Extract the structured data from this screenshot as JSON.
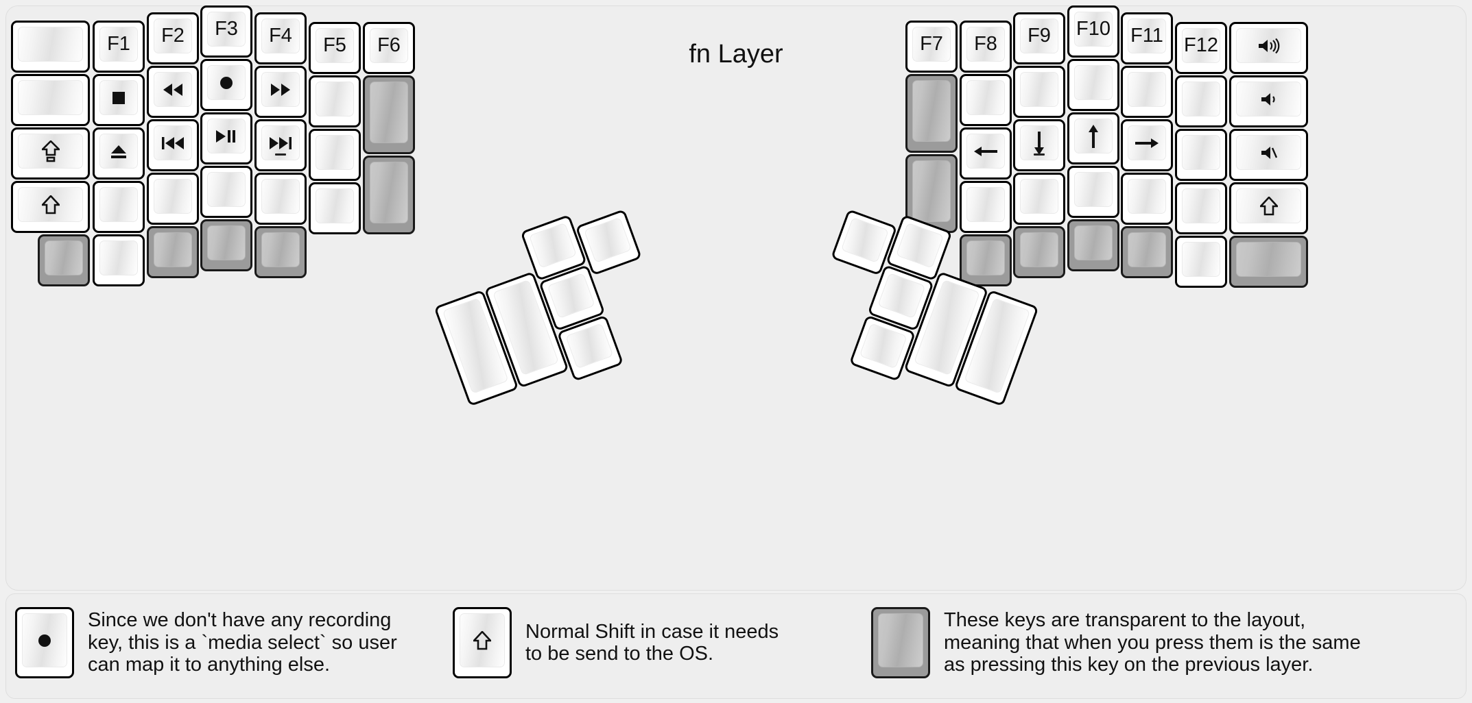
{
  "title": "fn Layer",
  "colors": {
    "background": "#f0f0f0",
    "panel": "#eeeeee",
    "key_fill": "#ffffff",
    "key_border": "#000000",
    "transparent_key_fill": "#9b9b9b"
  },
  "left_half": {
    "columns": [
      {
        "name": "pinky-outer",
        "unit_width": 1.5,
        "keys": [
          {
            "label": "",
            "icon": "",
            "transparent": false
          },
          {
            "label": "",
            "icon": "",
            "transparent": false
          },
          {
            "label": "",
            "icon": "caps-lock-icon",
            "transparent": false
          },
          {
            "label": "",
            "icon": "shift-icon",
            "transparent": false
          }
        ]
      },
      {
        "name": "pinky",
        "unit_width": 1,
        "keys": [
          {
            "label": "F1",
            "icon": "",
            "transparent": false
          },
          {
            "label": "",
            "icon": "media-stop-icon",
            "transparent": false
          },
          {
            "label": "",
            "icon": "media-eject-icon",
            "transparent": false
          },
          {
            "label": "",
            "icon": "",
            "transparent": false
          },
          {
            "label": "",
            "icon": "",
            "transparent": false
          }
        ]
      },
      {
        "name": "ring",
        "unit_width": 1,
        "keys": [
          {
            "label": "F2",
            "icon": "",
            "transparent": false
          },
          {
            "label": "",
            "icon": "media-rewind-icon",
            "transparent": false
          },
          {
            "label": "",
            "icon": "media-previous-icon",
            "transparent": false
          },
          {
            "label": "",
            "icon": "",
            "transparent": false
          },
          {
            "label": "",
            "icon": "",
            "transparent": true
          }
        ]
      },
      {
        "name": "middle",
        "unit_width": 1,
        "keys": [
          {
            "label": "F3",
            "icon": "",
            "transparent": false
          },
          {
            "label": "",
            "icon": "media-record-icon",
            "transparent": false
          },
          {
            "label": "",
            "icon": "media-play-pause-icon",
            "transparent": false
          },
          {
            "label": "",
            "icon": "",
            "transparent": false
          },
          {
            "label": "",
            "icon": "",
            "transparent": true
          }
        ]
      },
      {
        "name": "index",
        "unit_width": 1,
        "keys": [
          {
            "label": "F4",
            "icon": "",
            "transparent": false
          },
          {
            "label": "",
            "icon": "media-fast-forward-icon",
            "transparent": false
          },
          {
            "label": "",
            "icon": "media-next-icon",
            "transparent": false,
            "has_underscore": true
          },
          {
            "label": "",
            "icon": "",
            "transparent": false
          },
          {
            "label": "",
            "icon": "",
            "transparent": true
          }
        ]
      },
      {
        "name": "index-inner",
        "unit_width": 1,
        "keys": [
          {
            "label": "F5",
            "icon": "",
            "transparent": false
          },
          {
            "label": "",
            "icon": "",
            "transparent": false
          },
          {
            "label": "",
            "icon": "",
            "transparent": false
          },
          {
            "label": "",
            "icon": "",
            "transparent": false
          }
        ]
      },
      {
        "name": "inner-extra",
        "unit_width": 1,
        "keys": [
          {
            "label": "F6",
            "icon": "",
            "transparent": false
          },
          {
            "label": "",
            "icon": "",
            "transparent": true,
            "unit_height": 1.5
          },
          {
            "label": "",
            "icon": "",
            "transparent": true,
            "unit_height": 1.5
          }
        ]
      }
    ],
    "thumb_cluster": {
      "rotation_deg": -20,
      "keys": [
        {
          "label": "",
          "icon": "",
          "transparent": false,
          "shape": "2u-tall"
        },
        {
          "label": "",
          "icon": "",
          "transparent": false,
          "shape": "2u-tall"
        },
        {
          "label": "",
          "icon": "",
          "transparent": false,
          "shape": "1u"
        },
        {
          "label": "",
          "icon": "",
          "transparent": false,
          "shape": "1u"
        },
        {
          "label": "",
          "icon": "",
          "transparent": false,
          "shape": "1u"
        },
        {
          "label": "",
          "icon": "",
          "transparent": false,
          "shape": "1u"
        }
      ]
    }
  },
  "right_half": {
    "columns": [
      {
        "name": "index-inner",
        "unit_width": 1,
        "keys": [
          {
            "label": "F7",
            "icon": "",
            "transparent": false
          },
          {
            "label": "",
            "icon": "",
            "transparent": true,
            "unit_height": 1.5
          },
          {
            "label": "",
            "icon": "",
            "transparent": true,
            "unit_height": 1.5
          }
        ]
      },
      {
        "name": "index",
        "unit_width": 1,
        "keys": [
          {
            "label": "F8",
            "icon": "",
            "transparent": false
          },
          {
            "label": "",
            "icon": "",
            "transparent": false
          },
          {
            "label": "",
            "icon": "arrow-left-icon",
            "transparent": false
          },
          {
            "label": "",
            "icon": "",
            "transparent": false
          },
          {
            "label": "",
            "icon": "",
            "transparent": true
          }
        ]
      },
      {
        "name": "middle",
        "unit_width": 1,
        "keys": [
          {
            "label": "F9",
            "icon": "",
            "transparent": false
          },
          {
            "label": "",
            "icon": "",
            "transparent": false
          },
          {
            "label": "",
            "icon": "arrow-down-icon",
            "transparent": false,
            "has_underscore": true
          },
          {
            "label": "",
            "icon": "",
            "transparent": false
          },
          {
            "label": "",
            "icon": "",
            "transparent": true
          }
        ]
      },
      {
        "name": "ring",
        "unit_width": 1,
        "keys": [
          {
            "label": "F10",
            "icon": "",
            "transparent": false
          },
          {
            "label": "",
            "icon": "",
            "transparent": false
          },
          {
            "label": "",
            "icon": "arrow-up-icon",
            "transparent": false
          },
          {
            "label": "",
            "icon": "",
            "transparent": false
          },
          {
            "label": "",
            "icon": "",
            "transparent": true
          }
        ]
      },
      {
        "name": "pinky",
        "unit_width": 1,
        "keys": [
          {
            "label": "F11",
            "icon": "",
            "transparent": false
          },
          {
            "label": "",
            "icon": "",
            "transparent": false
          },
          {
            "label": "",
            "icon": "arrow-right-icon",
            "transparent": false
          },
          {
            "label": "",
            "icon": "",
            "transparent": false
          },
          {
            "label": "",
            "icon": "",
            "transparent": true
          }
        ]
      },
      {
        "name": "pinky-outer",
        "unit_width": 1,
        "keys": [
          {
            "label": "F12",
            "icon": "",
            "transparent": false
          },
          {
            "label": "",
            "icon": "",
            "transparent": false
          },
          {
            "label": "",
            "icon": "",
            "transparent": false
          },
          {
            "label": "",
            "icon": "",
            "transparent": false
          },
          {
            "label": "",
            "icon": "",
            "transparent": false
          }
        ]
      },
      {
        "name": "outer-extra",
        "unit_width": 1.5,
        "keys": [
          {
            "label": "",
            "icon": "volume-up-icon",
            "transparent": false
          },
          {
            "label": "",
            "icon": "volume-down-icon",
            "transparent": false
          },
          {
            "label": "",
            "icon": "volume-mute-icon",
            "transparent": false
          },
          {
            "label": "",
            "icon": "shift-icon",
            "transparent": false
          },
          {
            "label": "",
            "icon": "",
            "transparent": true
          }
        ]
      }
    ],
    "thumb_cluster": {
      "rotation_deg": 20,
      "keys": [
        {
          "label": "",
          "icon": "",
          "transparent": false,
          "shape": "1u"
        },
        {
          "label": "",
          "icon": "",
          "transparent": false,
          "shape": "1u"
        },
        {
          "label": "",
          "icon": "",
          "transparent": false,
          "shape": "1u"
        },
        {
          "label": "",
          "icon": "",
          "transparent": false,
          "shape": "1u"
        },
        {
          "label": "",
          "icon": "",
          "transparent": false,
          "shape": "2u-tall"
        },
        {
          "label": "",
          "icon": "",
          "transparent": false,
          "shape": "2u-tall"
        }
      ]
    }
  },
  "legend": [
    {
      "key_icon": "media-record-icon",
      "key_transparent": false,
      "lines": [
        "Since we don't have any recording",
        "key, this is a `media select` so user",
        "can map it to anything else."
      ]
    },
    {
      "key_icon": "shift-icon",
      "key_transparent": false,
      "lines": [
        "Normal Shift in case it needs",
        "to be send to the OS."
      ]
    },
    {
      "key_icon": "",
      "key_transparent": true,
      "lines": [
        "These keys are transparent to the layout,",
        "meaning that when you press them is the same",
        "as pressing this key on the previous layer."
      ]
    }
  ]
}
